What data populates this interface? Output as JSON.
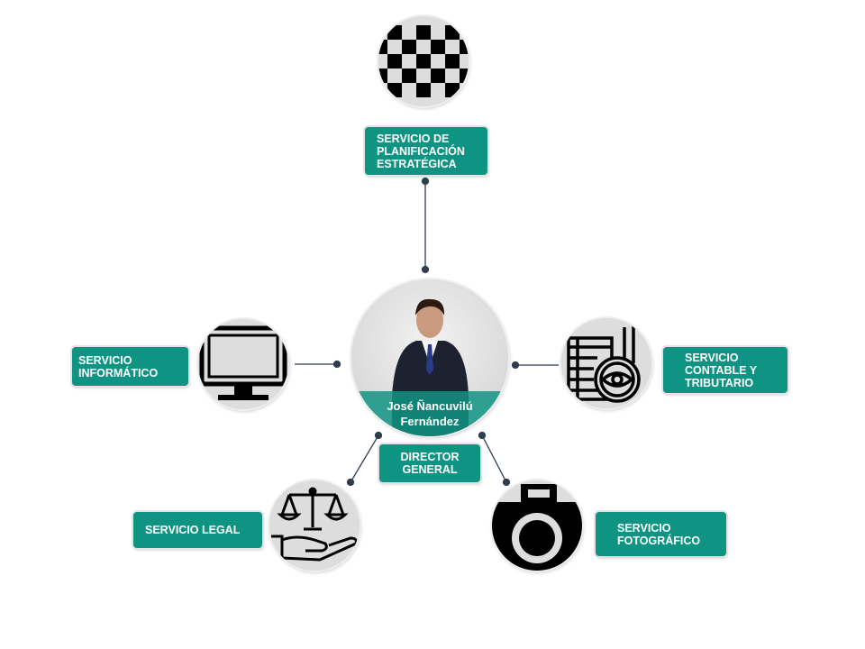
{
  "director": {
    "name": "José Ñancuvilú\nFernández",
    "title": "DIRECTOR\nGENERAL"
  },
  "services": {
    "planning": "SERVICIO DE\nPLANIFICACIÓN\nESTRATÉGICA",
    "it": "SERVICIO\n INFORMÁTICO",
    "accounting": "SERVICIO\nCONTABLE  Y\nTRIBUTARIO",
    "legal": "SERVICIO LEGAL",
    "photo": "SERVICIO\nFOTOGRÁFICO"
  },
  "colors": {
    "accent": "#0f9483",
    "connector": "#2e3e4e"
  }
}
